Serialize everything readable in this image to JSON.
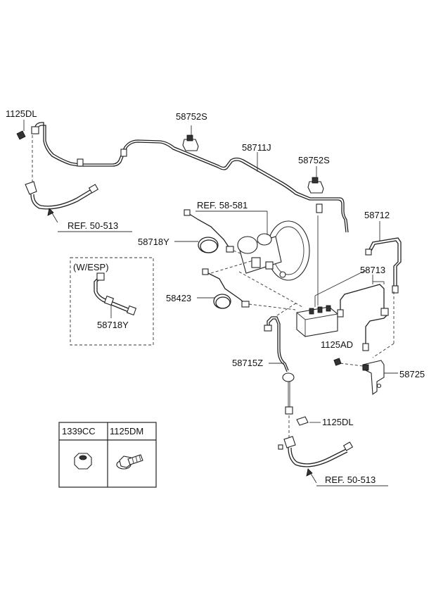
{
  "labels": {
    "p_1125DL_top": "1125DL",
    "p_58752S_a": "58752S",
    "p_58711J": "58711J",
    "p_58752S_b": "58752S",
    "ref_58581": "REF. 58-581",
    "ref_50513_top": "REF. 50-513",
    "p_58712": "58712",
    "p_58718Y_a": "58718Y",
    "w_esp": "(W/ESP)",
    "p_58713": "58713",
    "p_58423": "58423",
    "p_58718Y_b": "58718Y",
    "p_1125AD": "1125AD",
    "p_58715Z": "58715Z",
    "p_58725": "58725",
    "p_1125DL_bottom": "1125DL",
    "ref_50513_bottom": "REF. 50-513"
  },
  "parts_table": {
    "headers": [
      "1339CC",
      "1125DM"
    ],
    "icons": [
      "nut-icon",
      "flange-bolt-icon"
    ]
  }
}
